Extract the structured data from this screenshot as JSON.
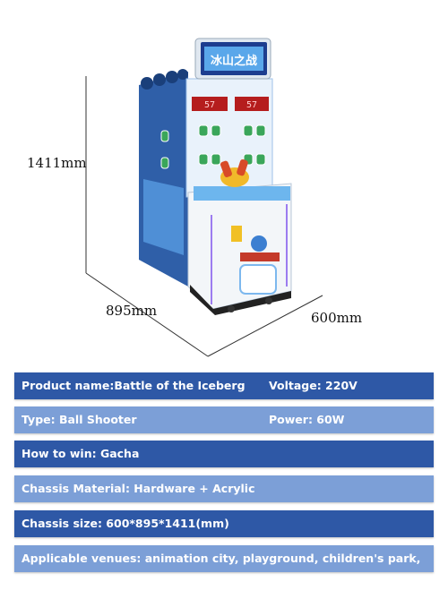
{
  "dimensions": {
    "height": "1411mm",
    "depth": "895mm",
    "width": "600mm"
  },
  "machine": {
    "screen_logo_text": "冰山之战"
  },
  "specs": [
    {
      "left": "Product name:Battle of the Iceberg",
      "right": "Voltage: 220V",
      "tone": "dark"
    },
    {
      "left": "Type: Ball Shooter",
      "right": "Power: 60W",
      "tone": "light"
    },
    {
      "left": "How to win: Gacha",
      "right": "",
      "tone": "dark"
    },
    {
      "left": "Chassis Material: Hardware + Acrylic",
      "right": "",
      "tone": "light"
    },
    {
      "left": "Chassis size: 600*895*1411(mm)",
      "right": "",
      "tone": "dark"
    },
    {
      "left": "Applicable venues: animation city, playground, children's park, etc",
      "right": "",
      "tone": "light"
    }
  ]
}
